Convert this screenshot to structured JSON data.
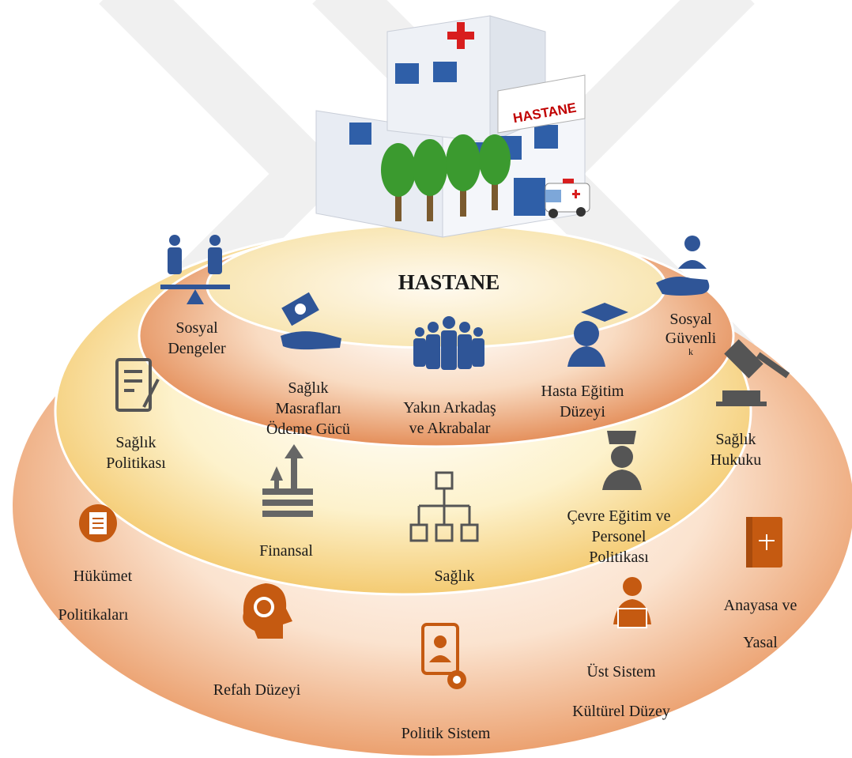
{
  "center": {
    "title": "HASTANE",
    "building_sign": "HASTANE"
  },
  "inner_ring": {
    "items": [
      {
        "lines": [
          "Sosyal",
          "Dengeler"
        ],
        "icon": "balance-people-icon"
      },
      {
        "lines": [
          "Sağlık",
          "Masrafları",
          "Ödeme Gücü"
        ],
        "icon": "money-hand-icon"
      },
      {
        "lines": [
          "Yakın Arkadaş",
          "ve Akrabalar"
        ],
        "icon": "group-people-icon"
      },
      {
        "lines": [
          "Hasta Eğitim",
          "Düzeyi"
        ],
        "icon": "graduate-icon"
      },
      {
        "lines": [
          "Sosyal",
          "Güvenli",
          "k"
        ],
        "icon": "care-hand-icon"
      }
    ]
  },
  "middle_ring": {
    "items": [
      {
        "lines": [
          "Sağlık",
          "Politikası"
        ],
        "icon": "document-sign-icon"
      },
      {
        "lines": [
          "Finansal"
        ],
        "icon": "money-growth-icon"
      },
      {
        "lines": [
          "Sağlık"
        ],
        "icon": "org-chart-icon"
      },
      {
        "lines": [
          "Çevre Eğitim ve",
          "Personel",
          "Politikası"
        ],
        "icon": "nurse-icon"
      },
      {
        "lines": [
          "Sağlık",
          "Hukuku"
        ],
        "icon": "gavel-icon"
      }
    ]
  },
  "outer_ring": {
    "items": [
      {
        "lines": [
          "Hükümet"
        ],
        "icon": "notepad-icon"
      },
      {
        "lines": [
          "Politikaları"
        ]
      },
      {
        "lines": [
          "Refah Düzeyi"
        ],
        "icon": "head-gear-icon"
      },
      {
        "lines": [
          "Politik Sistem"
        ],
        "icon": "profile-gear-icon"
      },
      {
        "lines": [
          "Üst Sistem"
        ],
        "icon": "reader-icon"
      },
      {
        "lines": [
          "Kültürel Düzey"
        ]
      },
      {
        "lines": [
          "Anayasa ve"
        ],
        "icon": "law-book-icon"
      },
      {
        "lines": [
          "Yasal"
        ]
      }
    ]
  },
  "colors": {
    "outer_orange": "#e8925a",
    "middle_yellow": "#f7d98a",
    "inner_orange": "#e07f45",
    "core_cream": "#fbeec5",
    "icon_blue": "#2f5597",
    "icon_gray": "#666666",
    "icon_orange": "#c55a11",
    "watermark": "#eeeeee"
  }
}
